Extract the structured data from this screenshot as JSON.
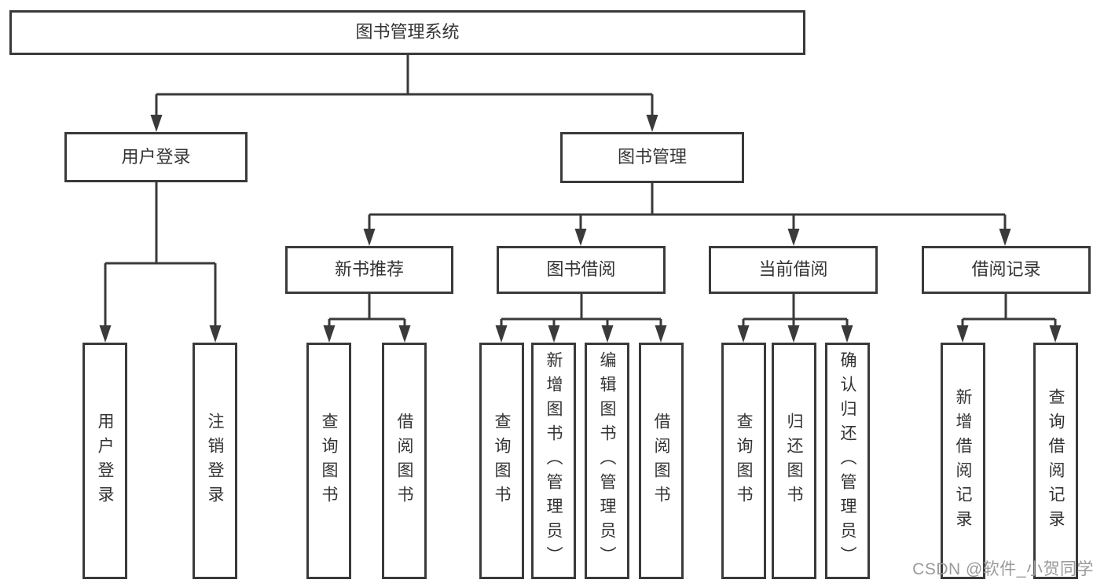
{
  "diagram": {
    "type": "tree",
    "title": "图书管理系统",
    "line_color": "#3a3a3a",
    "box_border_color": "#3a3a3a",
    "box_background": "#ffffff",
    "text_color": "#333333",
    "nodes": {
      "root": "图书管理系统",
      "user_login": "用户登录",
      "book_management": "图书管理",
      "level3": [
        "新书推荐",
        "图书借阅",
        "当前借阅",
        "借阅记录"
      ],
      "leaves": {
        "user_login": [
          "用户登录",
          "注销登录"
        ],
        "new_book_recommend": [
          "查询图书",
          "借阅图书"
        ],
        "book_borrow": [
          "查询图书",
          "新增图书（管理员）",
          "编辑图书（管理员）",
          "借阅图书"
        ],
        "current_borrow": [
          "查询图书",
          "归还图书",
          "确认归还（管理员）"
        ],
        "borrow_records": [
          "新增借阅记录",
          "查询借阅记录"
        ]
      }
    }
  },
  "watermark": {
    "text": "CSDN @软件_小贺同学",
    "color": "#9a9a9a"
  }
}
